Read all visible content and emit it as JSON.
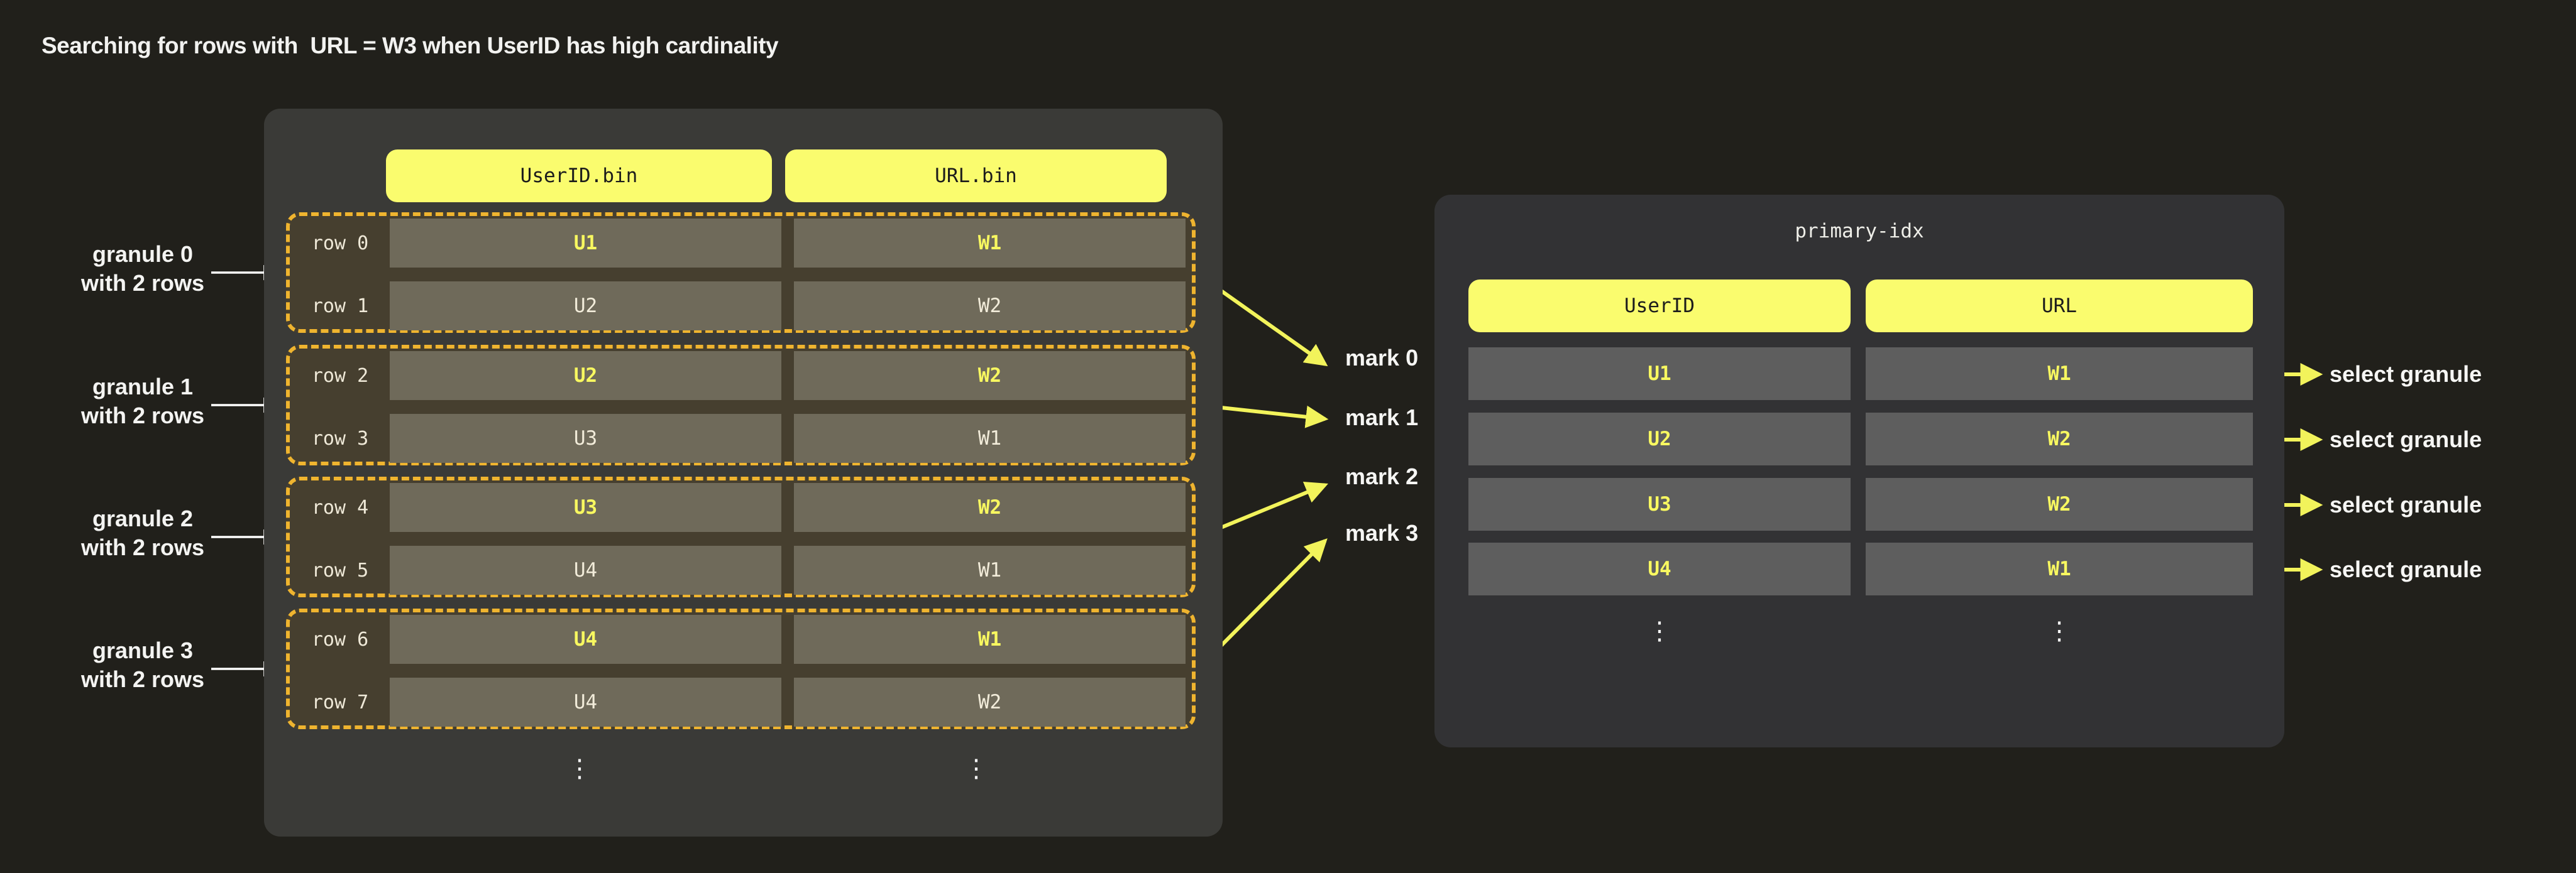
{
  "title": "Searching for rows with  URL = W3 when UserID has high cardinality",
  "left_table": {
    "columns": [
      {
        "label": "UserID.bin"
      },
      {
        "label": "URL.bin"
      }
    ],
    "granules": [
      {
        "label1": "granule 0",
        "label2": "with 2 rows",
        "rows": [
          {
            "name": "row 0",
            "user_id": "U1",
            "url": "W1",
            "highlight": true
          },
          {
            "name": "row 1",
            "user_id": "U2",
            "url": "W2",
            "highlight": false
          }
        ]
      },
      {
        "label1": "granule 1",
        "label2": "with 2 rows",
        "rows": [
          {
            "name": "row 2",
            "user_id": "U2",
            "url": "W2",
            "highlight": true
          },
          {
            "name": "row 3",
            "user_id": "U3",
            "url": "W1",
            "highlight": false
          }
        ]
      },
      {
        "label1": "granule 2",
        "label2": "with 2 rows",
        "rows": [
          {
            "name": "row 4",
            "user_id": "U3",
            "url": "W2",
            "highlight": true
          },
          {
            "name": "row 5",
            "user_id": "U4",
            "url": "W1",
            "highlight": false
          }
        ]
      },
      {
        "label1": "granule 3",
        "label2": "with 2 rows",
        "rows": [
          {
            "name": "row 6",
            "user_id": "U4",
            "url": "W1",
            "highlight": true
          },
          {
            "name": "row 7",
            "user_id": "U4",
            "url": "W2",
            "highlight": false
          }
        ]
      }
    ],
    "ellipsis": "⋮"
  },
  "marks": [
    "mark 0",
    "mark 1",
    "mark 2",
    "mark 3"
  ],
  "right_table": {
    "title": "primary-idx",
    "columns": [
      {
        "label": "UserID"
      },
      {
        "label": "URL"
      }
    ],
    "rows": [
      {
        "user_id": "U1",
        "url": "W1"
      },
      {
        "user_id": "U2",
        "url": "W2"
      },
      {
        "user_id": "U3",
        "url": "W2"
      },
      {
        "user_id": "U4",
        "url": "W1"
      }
    ],
    "ellipsis": "⋮",
    "select_labels": [
      "select granule",
      "select granule",
      "select granule",
      "select granule"
    ]
  },
  "colors": {
    "page_bg": "#21201b",
    "left_panel_bg": "#3a3a37",
    "right_panel_bg": "#323234",
    "header_pill_yellow": "#fafc6e",
    "granule_dash_amber": "#efb42f",
    "granule_fill": "#463f2f",
    "left_cell_olive": "#6f6a5a",
    "right_cell_gray": "#5e5e5e",
    "highlight_text_yellow": "#f8f860",
    "arrow_yellow": "#f2f35b",
    "text_white": "#f4f4f2"
  }
}
